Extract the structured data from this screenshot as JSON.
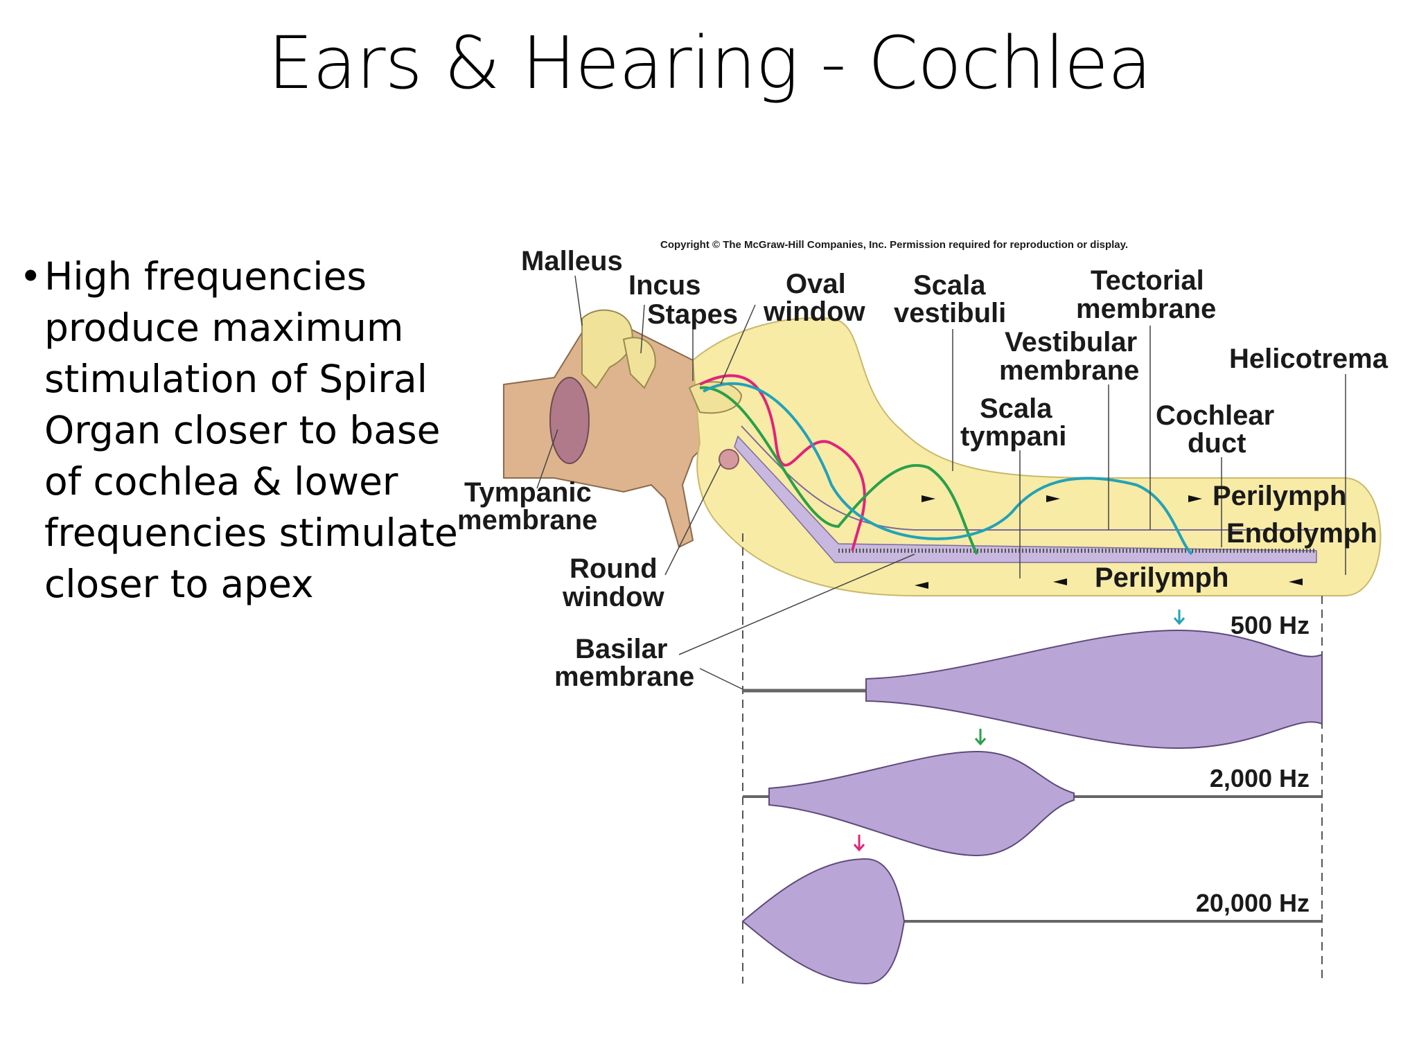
{
  "slide": {
    "title": "Ears & Hearing - Cochlea",
    "bullet": "High frequencies produce maximum stimulation of Spiral Organ closer to base of cochlea & lower frequencies stimulate closer to apex"
  },
  "diagram": {
    "copyright": "Copyright © The McGraw-Hill Companies, Inc. Permission required for reproduction or display.",
    "labels": {
      "malleus": "Malleus",
      "incus": "Incus",
      "stapes": "Stapes",
      "oval_window_1": "Oval",
      "oval_window_2": "window",
      "scala_vestibuli_1": "Scala",
      "scala_vestibuli_2": "vestibuli",
      "tectorial_1": "Tectorial",
      "tectorial_2": "membrane",
      "vestibular_1": "Vestibular",
      "vestibular_2": "membrane",
      "helicotrema": "Helicotrema",
      "scala_tympani_1": "Scala",
      "scala_tympani_2": "tympani",
      "cochlear_duct_1": "Cochlear",
      "cochlear_duct_2": "duct",
      "tympanic_1": "Tympanic",
      "tympanic_2": "membrane",
      "perilymph_top": "Perilymph",
      "endolymph": "Endolymph",
      "perilymph_bottom": "Perilymph",
      "round_window_1": "Round",
      "round_window_2": "window",
      "basilar_1": "Basilar",
      "basilar_2": "membrane"
    },
    "frequencies": [
      "500 Hz",
      "2,000 Hz",
      "20,000 Hz"
    ],
    "colors": {
      "fluid": "#f7eba6",
      "bone": "#ddb48e",
      "membrane_fill": "#b9a5d6",
      "wave_500": "#22a2b8",
      "wave_2000": "#2aa04a",
      "wave_20000": "#e0247a"
    }
  }
}
